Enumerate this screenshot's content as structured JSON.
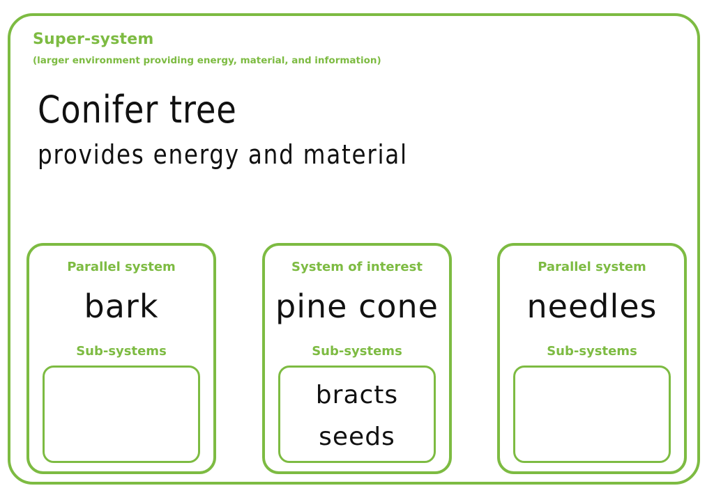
{
  "super_system": {
    "title": "Super-system",
    "subtitle": "(larger environment providing energy, material, and information)",
    "handwritten_title": "Conifer tree",
    "handwritten_note": "provides energy and material"
  },
  "panels": [
    {
      "label": "Parallel system",
      "name": "bark",
      "sub_label": "Sub-systems",
      "sub_items": []
    },
    {
      "label": "System of interest",
      "name": "pine cone",
      "sub_label": "Sub-systems",
      "sub_items": [
        "bracts",
        "seeds"
      ]
    },
    {
      "label": "Parallel system",
      "name": "needles",
      "sub_label": "Sub-systems",
      "sub_items": []
    }
  ],
  "colors": {
    "accent": "#7dbb42",
    "ink": "#111111",
    "background": "#ffffff"
  }
}
